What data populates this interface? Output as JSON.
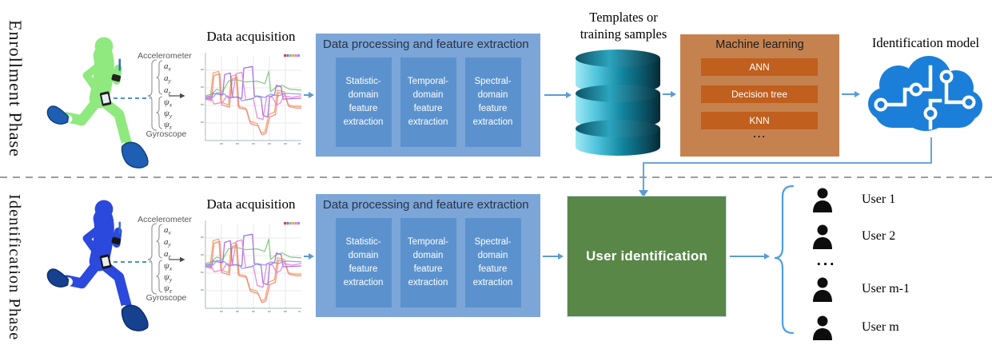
{
  "phases": {
    "enrollment": "Enrollment Phase",
    "identification": "Identification Phase"
  },
  "sensor": {
    "accelerometer_label": "Accelerometer",
    "gyroscope_label": "Gyroscope",
    "accel_axes": [
      {
        "base": "a",
        "sub": "x"
      },
      {
        "base": "a",
        "sub": "y"
      },
      {
        "base": "a",
        "sub": "z"
      }
    ],
    "gyro_axes": [
      {
        "base": "ψ",
        "sub": "x"
      },
      {
        "base": "ψ",
        "sub": "y"
      },
      {
        "base": "ψ",
        "sub": "z"
      }
    ]
  },
  "acquisition": {
    "title": "Data acquisition"
  },
  "processing": {
    "title": "Data processing and feature extraction",
    "boxes": [
      {
        "label": "Statistic-domain feature extraction"
      },
      {
        "label": "Temporal-domain feature extraction"
      },
      {
        "label": "Spectral-domain feature extraction"
      }
    ]
  },
  "templates": {
    "line1": "Templates or",
    "line2": "training samples"
  },
  "machine_learning": {
    "title": "Machine learning",
    "items": [
      {
        "label": "ANN"
      },
      {
        "label": "Decision tree"
      },
      {
        "label": "KNN"
      }
    ],
    "more": "..."
  },
  "identification_model": {
    "title": "Identification model"
  },
  "user_identification": {
    "label": "User identification"
  },
  "users": {
    "items": [
      {
        "label": "User 1"
      },
      {
        "label": "User 2"
      },
      {
        "label": "User m-1"
      },
      {
        "label": "User m"
      }
    ],
    "ellipsis": "..."
  },
  "colors": {
    "arrow_blue": "#5b9bd5",
    "process_box": "#7ca5d8",
    "process_inner": "#5b92ce",
    "ml_box": "#c5824f",
    "ml_inner": "#c05f1e",
    "green_box": "#598748",
    "cloud_blue": "#1b7fd9",
    "runner_enrollment": "#8fe97e",
    "runner_identification": "#2b49dc",
    "shoe_blue": "#1e5fb4",
    "database_teal": "#1186a0",
    "divider_gray": "#9d9d9d"
  },
  "signal_chart": {
    "type": "line",
    "legend_colors": [
      "#c0504d",
      "#9a66e0",
      "#7dc87a",
      "#f4a158",
      "#e77fd7",
      "#8d96e8"
    ],
    "series": [
      {
        "color": "#f4a158",
        "points": [
          [
            0,
            50
          ],
          [
            5,
            52
          ],
          [
            8,
            21
          ],
          [
            14,
            19
          ],
          [
            16,
            57
          ],
          [
            24,
            60
          ],
          [
            27,
            25
          ],
          [
            32,
            23
          ],
          [
            34,
            62
          ],
          [
            42,
            64
          ],
          [
            46,
            80
          ],
          [
            54,
            83
          ],
          [
            58,
            95
          ],
          [
            62,
            93
          ],
          [
            66,
            72
          ],
          [
            72,
            69
          ],
          [
            75,
            42
          ],
          [
            82,
            44
          ],
          [
            86,
            60
          ],
          [
            93,
            62
          ],
          [
            100,
            62
          ]
        ]
      },
      {
        "color": "#f28585",
        "points": [
          [
            0,
            53
          ],
          [
            6,
            55
          ],
          [
            9,
            24
          ],
          [
            15,
            22
          ],
          [
            17,
            60
          ],
          [
            25,
            63
          ],
          [
            28,
            28
          ],
          [
            33,
            26
          ],
          [
            35,
            64
          ],
          [
            43,
            66
          ],
          [
            47,
            83
          ],
          [
            55,
            86
          ],
          [
            59,
            97
          ],
          [
            63,
            95
          ],
          [
            67,
            75
          ],
          [
            73,
            72
          ],
          [
            76,
            45
          ],
          [
            83,
            47
          ],
          [
            87,
            62
          ],
          [
            94,
            64
          ],
          [
            100,
            64
          ]
        ]
      },
      {
        "color": "#7dc87a",
        "points": [
          [
            0,
            49
          ],
          [
            6,
            47
          ],
          [
            12,
            41
          ],
          [
            18,
            44
          ],
          [
            24,
            31
          ],
          [
            32,
            29
          ],
          [
            42,
            32
          ],
          [
            54,
            31
          ],
          [
            62,
            34
          ],
          [
            66,
            19
          ],
          [
            68,
            44
          ],
          [
            74,
            38
          ],
          [
            80,
            36
          ],
          [
            88,
            41
          ],
          [
            100,
            42
          ]
        ]
      },
      {
        "color": "#9a66e0",
        "points": [
          [
            0,
            52
          ],
          [
            6,
            53
          ],
          [
            8,
            46
          ],
          [
            18,
            48
          ],
          [
            20,
            23
          ],
          [
            26,
            21
          ],
          [
            28,
            50
          ],
          [
            38,
            52
          ],
          [
            40,
            15
          ],
          [
            49,
            13
          ],
          [
            51,
            49
          ],
          [
            58,
            51
          ],
          [
            60,
            73
          ],
          [
            65,
            75
          ],
          [
            67,
            50
          ],
          [
            72,
            48
          ],
          [
            74,
            36
          ],
          [
            79,
            38
          ],
          [
            81,
            53
          ],
          [
            100,
            52
          ]
        ]
      },
      {
        "color": "#e77fd7",
        "points": [
          [
            0,
            51
          ],
          [
            5,
            49
          ],
          [
            9,
            59
          ],
          [
            18,
            57
          ],
          [
            22,
            49
          ],
          [
            28,
            51
          ],
          [
            32,
            22
          ],
          [
            38,
            20
          ],
          [
            42,
            54
          ],
          [
            50,
            52
          ],
          [
            54,
            76
          ],
          [
            60,
            78
          ],
          [
            64,
            49
          ],
          [
            70,
            51
          ],
          [
            74,
            60
          ],
          [
            78,
            58
          ],
          [
            82,
            49
          ],
          [
            90,
            51
          ],
          [
            100,
            49
          ]
        ]
      },
      {
        "color": "#8d96e8",
        "points": [
          [
            0,
            50
          ],
          [
            8,
            51
          ],
          [
            12,
            45
          ],
          [
            20,
            47
          ],
          [
            24,
            52
          ],
          [
            34,
            50
          ],
          [
            38,
            55
          ],
          [
            48,
            53
          ],
          [
            54,
            49
          ],
          [
            62,
            51
          ],
          [
            68,
            47
          ],
          [
            76,
            49
          ],
          [
            84,
            46
          ],
          [
            100,
            47
          ]
        ]
      }
    ]
  }
}
